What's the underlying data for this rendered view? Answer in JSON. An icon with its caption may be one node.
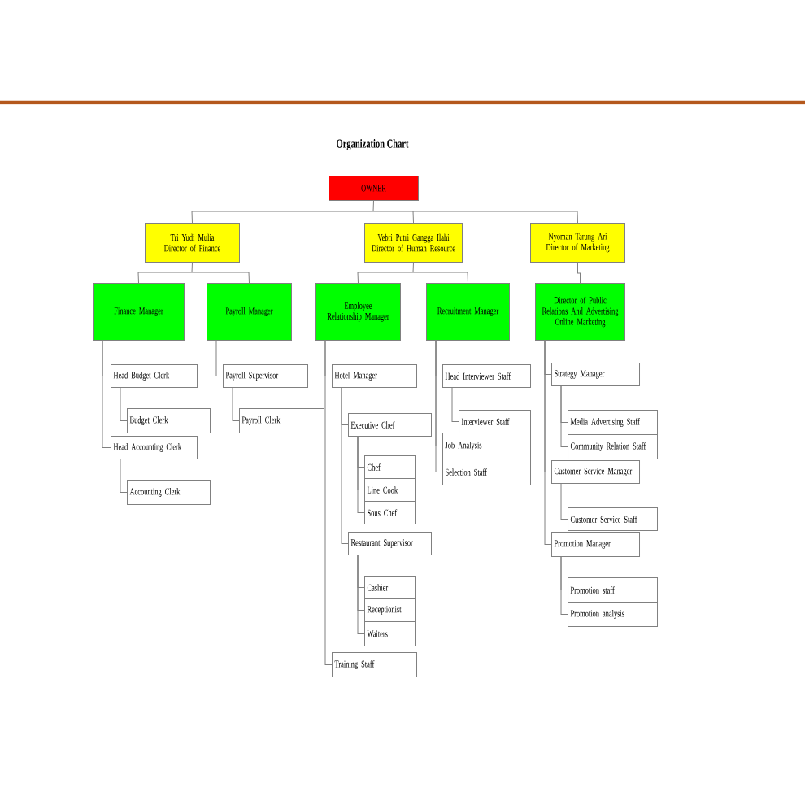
{
  "diagram": {
    "title": "Organization Chart",
    "nodes": [
      {
        "text": [
          "OWNER"
        ]
      },
      {
        "text": [
          "Tri Yudi Mulia",
          "Director of Finance"
        ]
      },
      {
        "text": [
          "Vebri Putri Gangga Ilahi",
          "Director of Human Resource"
        ]
      },
      {
        "text": [
          "Nyoman Tarung Ari",
          "Director of Marketing"
        ]
      },
      {
        "text": [
          "Finance Manager"
        ]
      },
      {
        "text": [
          "Payroll Manager"
        ]
      },
      {
        "text": [
          "Employee Relationship Manager"
        ]
      },
      {
        "text": [
          "Recruitment Manager"
        ]
      },
      {
        "text": [
          "Director of Public Relations And Advertising Online Marketing"
        ]
      },
      {
        "text": [
          "Head Budget Clerk"
        ]
      },
      {
        "text": [
          "Budget Clerk"
        ]
      },
      {
        "text": [
          "Head Accounting Clerk"
        ]
      },
      {
        "text": [
          "Accounting Clerk"
        ]
      },
      {
        "text": [
          "Payroll Supervisor"
        ]
      },
      {
        "text": [
          "Payroll Clerk"
        ]
      },
      {
        "text": [
          "Hotel Manager"
        ]
      },
      {
        "text": [
          "Executive Chef"
        ]
      },
      {
        "text": [
          "Chef"
        ]
      },
      {
        "text": [
          "Line Cook"
        ]
      },
      {
        "text": [
          "Sous Chef"
        ]
      },
      {
        "text": [
          "Restaurant Supervisor"
        ]
      },
      {
        "text": [
          "Cashier"
        ]
      },
      {
        "text": [
          "Receptionist"
        ]
      },
      {
        "text": [
          "Waiters"
        ]
      },
      {
        "text": [
          "Training Staff"
        ]
      },
      {
        "text": [
          "Head Interviewer Staff"
        ]
      },
      {
        "text": [
          "Interviewer Staff"
        ]
      },
      {
        "text": [
          "Job Analysis"
        ]
      },
      {
        "text": [
          "Selection Staff"
        ]
      },
      {
        "text": [
          "Strategy Manager"
        ]
      },
      {
        "text": [
          "Media Advertising Staff"
        ]
      },
      {
        "text": [
          "Community Relation Staff"
        ]
      },
      {
        "text": [
          "Customer Service Manager"
        ]
      },
      {
        "text": [
          "Customer Service Staff"
        ]
      },
      {
        "text": [
          "Promotion Manager"
        ]
      },
      {
        "text": [
          "Promotion staff"
        ]
      },
      {
        "text": [
          "Promotion analysis"
        ]
      }
    ],
    "edges": [
      {
        "from": 0,
        "to": 1,
        "arrow": "none"
      },
      {
        "from": 0,
        "to": 2,
        "arrow": "none"
      },
      {
        "from": 0,
        "to": 3,
        "arrow": "none"
      },
      {
        "from": 1,
        "to": 4,
        "arrow": "none"
      },
      {
        "from": 1,
        "to": 5,
        "arrow": "none"
      },
      {
        "from": 2,
        "to": 6,
        "arrow": "none"
      },
      {
        "from": 2,
        "to": 7,
        "arrow": "none"
      },
      {
        "from": 3,
        "to": 8,
        "arrow": "none"
      },
      {
        "from": 4,
        "to": 9,
        "arrow": "none"
      },
      {
        "from": 9,
        "to": 10,
        "arrow": "none"
      },
      {
        "from": 4,
        "to": 11,
        "arrow": "none"
      },
      {
        "from": 11,
        "to": 12,
        "arrow": "none"
      },
      {
        "from": 5,
        "to": 13,
        "arrow": "none"
      },
      {
        "from": 13,
        "to": 14,
        "arrow": "none"
      },
      {
        "from": 6,
        "to": 15,
        "arrow": "none"
      },
      {
        "from": 15,
        "to": 16,
        "arrow": "none"
      },
      {
        "from": 16,
        "to": 17,
        "arrow": "none"
      },
      {
        "from": 16,
        "to": 18,
        "arrow": "none"
      },
      {
        "from": 16,
        "to": 19,
        "arrow": "none"
      },
      {
        "from": 15,
        "to": 20,
        "arrow": "none"
      },
      {
        "from": 20,
        "to": 21,
        "arrow": "none"
      },
      {
        "from": 20,
        "to": 22,
        "arrow": "none"
      },
      {
        "from": 20,
        "to": 23,
        "arrow": "none"
      },
      {
        "from": 6,
        "to": 24,
        "arrow": "none"
      },
      {
        "from": 7,
        "to": 25,
        "arrow": "none"
      },
      {
        "from": 25,
        "to": 26,
        "arrow": "none"
      },
      {
        "from": 7,
        "to": 27,
        "arrow": "none"
      },
      {
        "from": 7,
        "to": 28,
        "arrow": "none"
      },
      {
        "from": 8,
        "to": 29,
        "arrow": "none"
      },
      {
        "from": 29,
        "to": 30,
        "arrow": "none"
      },
      {
        "from": 29,
        "to": 31,
        "arrow": "none"
      },
      {
        "from": 8,
        "to": 32,
        "arrow": "none"
      },
      {
        "from": 32,
        "to": 33,
        "arrow": "none"
      },
      {
        "from": 8,
        "to": 34,
        "arrow": "none"
      },
      {
        "from": 34,
        "to": 35,
        "arrow": "none"
      },
      {
        "from": 34,
        "to": 36,
        "arrow": "none"
      }
    ]
  }
}
